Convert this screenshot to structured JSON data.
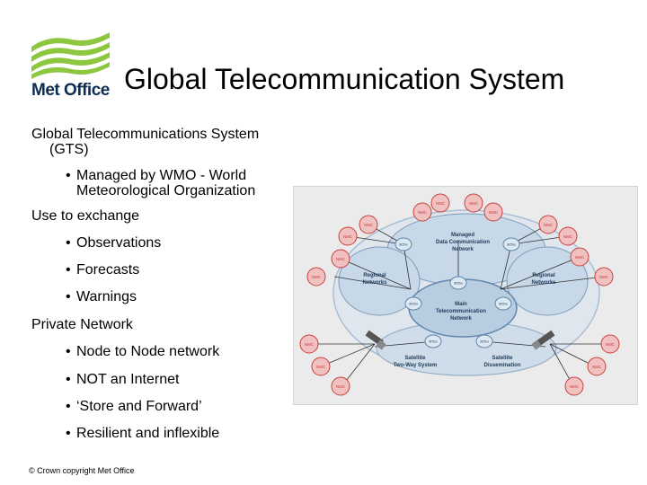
{
  "logo": {
    "text": "Met Office"
  },
  "title": "Global Telecommunication System",
  "bullets": {
    "gts_line1": "Global Telecommunications System",
    "gts_line2": "(GTS)",
    "wmo_line1": "Managed by WMO - World",
    "wmo_line2": "Meteorological Organization",
    "use": "Use to exchange",
    "observations": "Observations",
    "forecasts": "Forecasts",
    "warnings": "Warnings",
    "private": "Private Network",
    "node": "Node to Node network",
    "not_internet": "NOT an Internet",
    "store_forward": "‘Store and Forward’",
    "resilient": "Resilient and inflexible",
    "bullet_glyph": "•"
  },
  "footer": "© Crown copyright   Met Office",
  "diagram": {
    "managed_line1": "Managed",
    "managed_line2": "Data Communication",
    "managed_line3": "Network",
    "regional_left_line1": "Regional",
    "regional_left_line2": "Networks",
    "regional_right_line1": "Regional",
    "regional_right_line2": "Networks",
    "main_line1": "Main",
    "main_line2": "Telecommunication",
    "main_line3": "Network",
    "sat2way_line1": "Satellite",
    "sat2way_line2": "Two-Way System",
    "satdiss_line1": "Satellite",
    "satdiss_line2": "Dissemination",
    "rth": "RTH",
    "nmc": "NMC",
    "colors": {
      "node_red": "#c8423c",
      "node_fill": "#f1c0c0",
      "rth_fill": "#dce8f2",
      "net_fill": "#b8cde0"
    }
  }
}
